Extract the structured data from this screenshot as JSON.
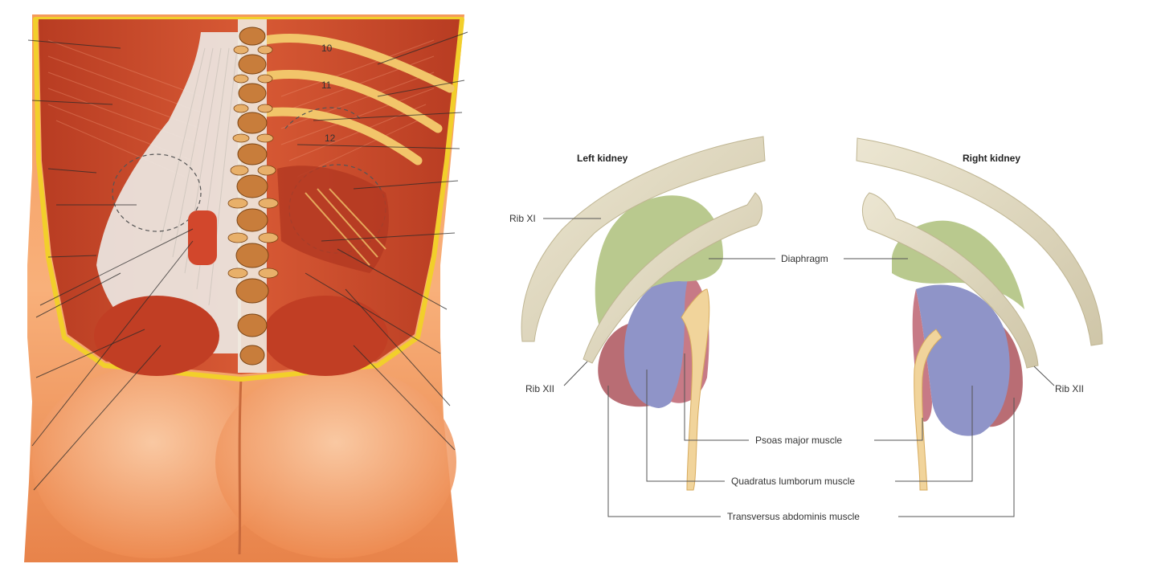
{
  "left_panel": {
    "rib_numbers": [
      "10",
      "11",
      "12"
    ]
  },
  "right_panel": {
    "headers": {
      "left_kidney": "Left kidney",
      "right_kidney": "Right kidney"
    },
    "labels": {
      "rib_xi": "Rib XI",
      "rib_xii_left": "Rib XII",
      "rib_xii_right": "Rib XII",
      "diaphragm": "Diaphragm",
      "psoas": "Psoas major muscle",
      "quadratus": "Quadratus lumborum muscle",
      "transversus": "Transversus abdominis muscle"
    }
  },
  "colors": {
    "skin": "#ec8a4f",
    "muscle": "#c8452a",
    "fascia": "#e9e6e2",
    "border_yellow": "#f2cf2b",
    "bone": "#e3dbc4",
    "diaphragm": "#b9c98e",
    "psoas": "#c77a86",
    "quadratus": "#8f94c8",
    "transversus": "#b96d74",
    "ureter": "#f1d49b"
  }
}
